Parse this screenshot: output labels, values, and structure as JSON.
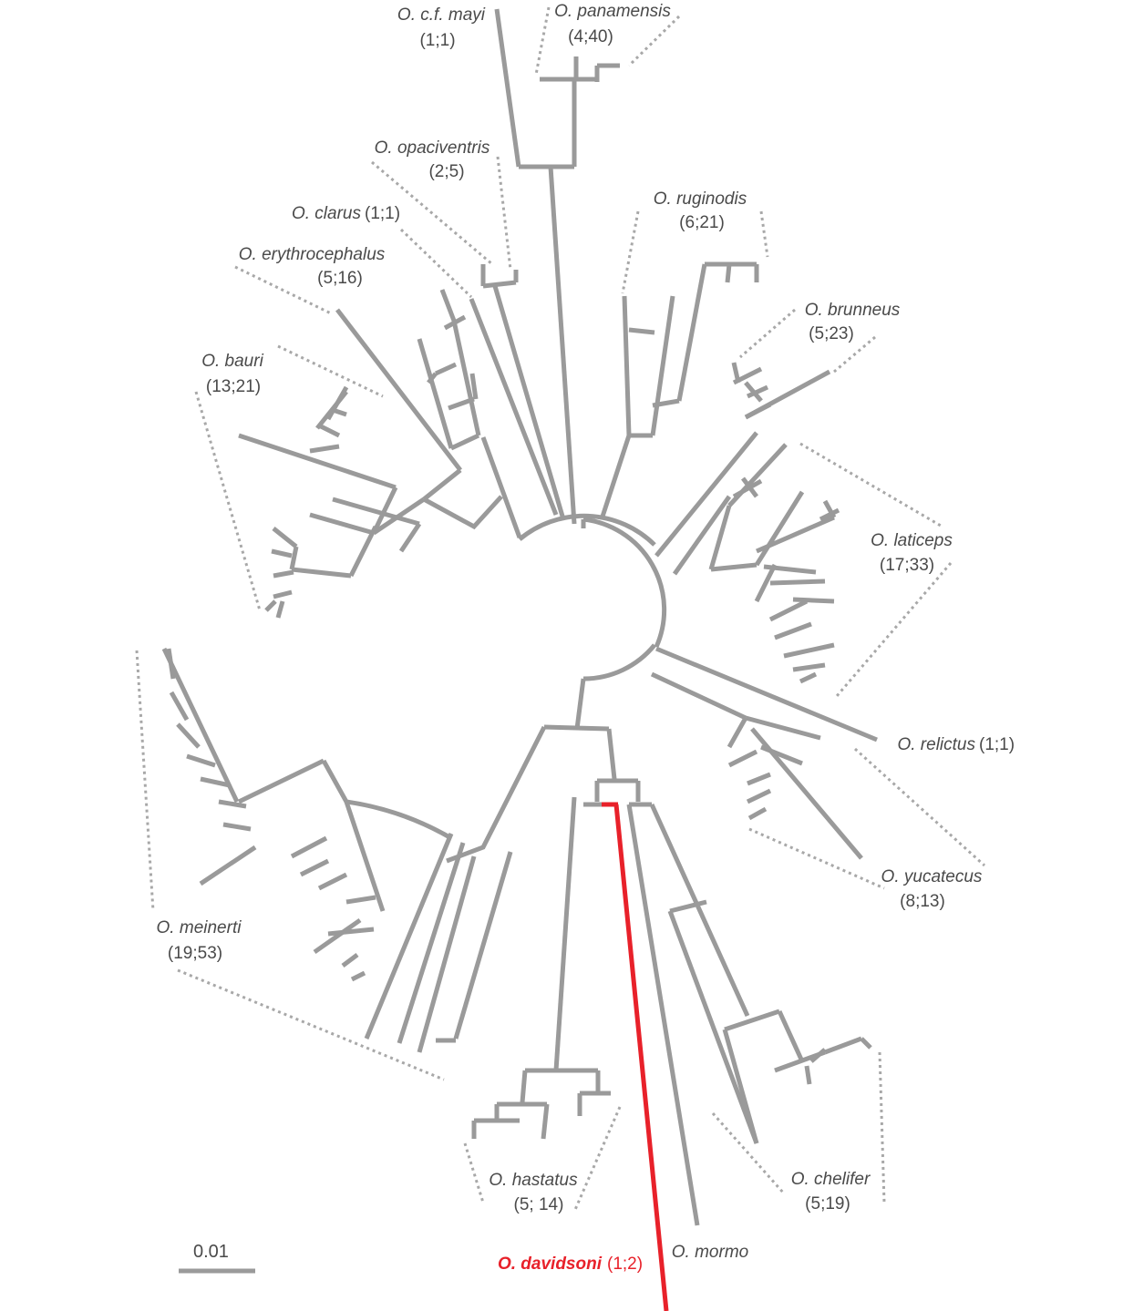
{
  "labels": {
    "mayi": {
      "name": "O. c.f. mayi",
      "count": "(1;1)"
    },
    "panamensis": {
      "name": "O. panamensis",
      "count": "(4;40)"
    },
    "opaciventris": {
      "name": "O. opaciventris",
      "count": "(2;5)"
    },
    "ruginodis": {
      "name": "O. ruginodis",
      "count": "(6;21)"
    },
    "clarus": {
      "name": "O. clarus",
      "count": "(1;1)"
    },
    "erythrocephalus": {
      "name": "O. erythrocephalus",
      "count": "(5;16)"
    },
    "brunneus": {
      "name": "O. brunneus",
      "count": "(5;23)"
    },
    "bauri": {
      "name": "O. bauri",
      "count": "(13;21)"
    },
    "laticeps": {
      "name": "O. laticeps",
      "count": "(17;33)"
    },
    "relictus": {
      "name": "O. relictus",
      "count": "(1;1)"
    },
    "yucatecus": {
      "name": "O. yucatecus",
      "count": "(8;13)"
    },
    "meinerti": {
      "name": "O. meinerti",
      "count": "(19;53)"
    },
    "hastatus": {
      "name": "O. hastatus",
      "count": "(5; 14)"
    },
    "chelifer": {
      "name": "O. chelifer",
      "count": "(5;19)"
    },
    "mormo": {
      "name": "O. mormo"
    },
    "davidsoni": {
      "name": "O. davidsoni",
      "count": "(1;2)"
    }
  },
  "scale_bar": {
    "label": "0.01"
  },
  "colors": {
    "branch": "#9a9a9a",
    "highlight": "#e8212a",
    "text": "#4a4a4a",
    "bracket": "#a8a8a8"
  }
}
